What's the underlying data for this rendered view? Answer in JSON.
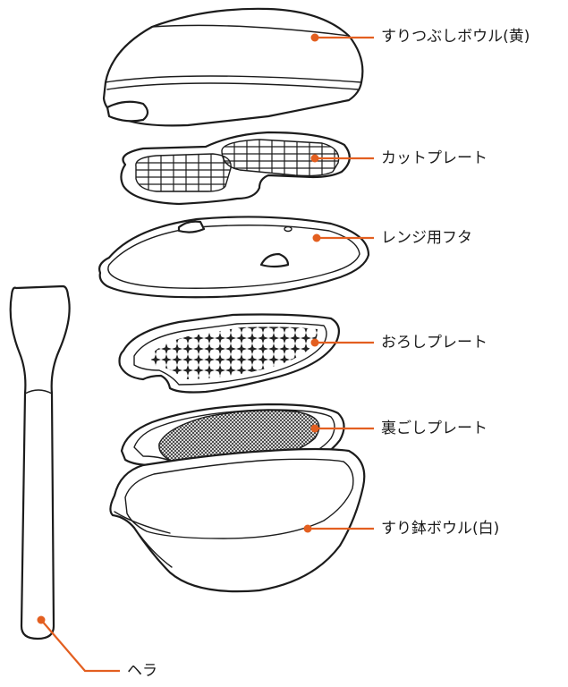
{
  "colors": {
    "accent": "#e35f20",
    "outline": "#1c1c1c"
  },
  "labels": {
    "grinding_bowl_yellow": "すりつぶしボウル(黄)",
    "cut_plate": "カットプレート",
    "microwave_lid": "レンジ用フタ",
    "grater_plate": "おろしプレート",
    "strainer_plate": "裏ごしプレート",
    "mortar_bowl_white": "すり鉢ボウル(白)",
    "spatula": "ヘラ"
  }
}
